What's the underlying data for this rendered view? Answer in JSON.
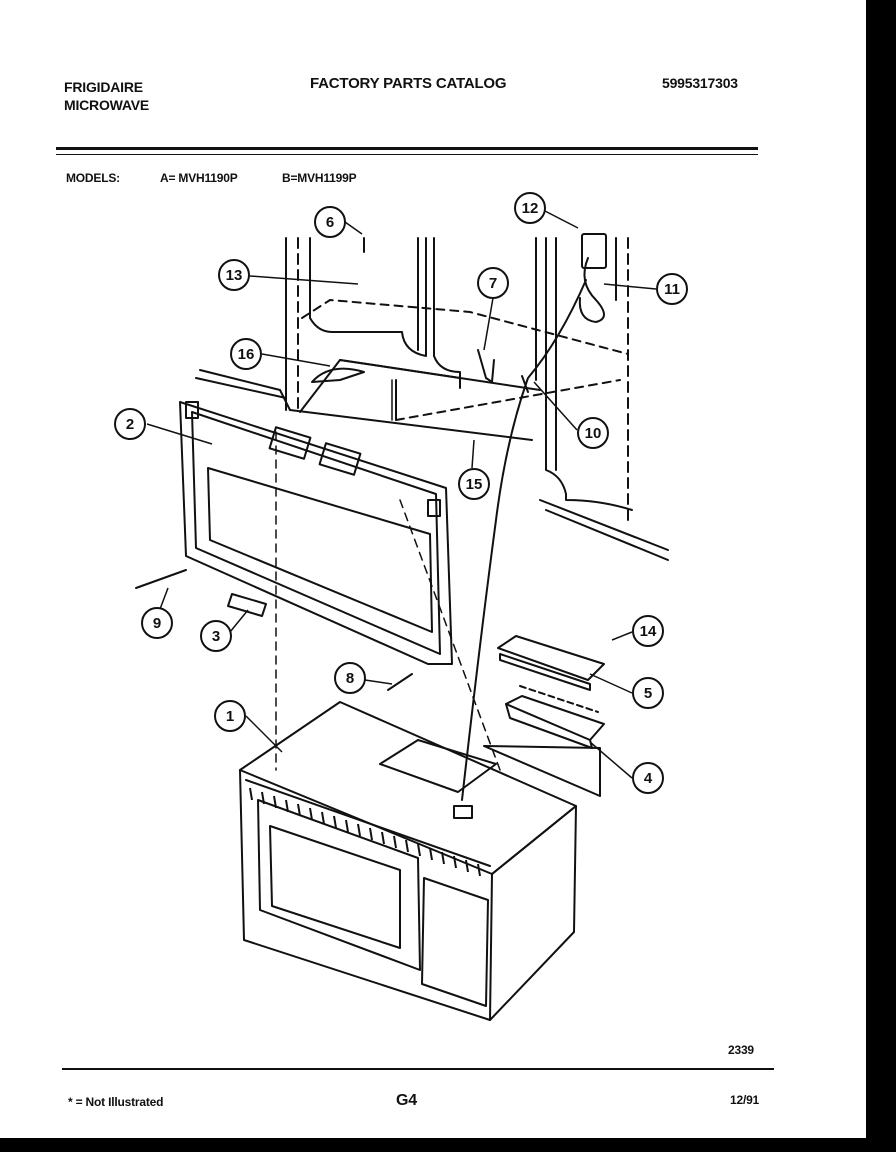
{
  "header": {
    "brand": "FRIGIDAIRE",
    "product": "MICROWAVE",
    "catalog_title": "FACTORY PARTS CATALOG",
    "part_number": "5995317303"
  },
  "models": {
    "label": "MODELS:",
    "a": "A= MVH1190P",
    "b": "B=MVH1199P"
  },
  "callouts": [
    "1",
    "2",
    "3",
    "4",
    "5",
    "6",
    "7",
    "8",
    "9",
    "10",
    "11",
    "12",
    "13",
    "14",
    "15",
    "16"
  ],
  "footer": {
    "figure_number": "2339",
    "not_illustrated": "* = Not Illustrated",
    "page_code": "G4",
    "date": "12/91"
  }
}
